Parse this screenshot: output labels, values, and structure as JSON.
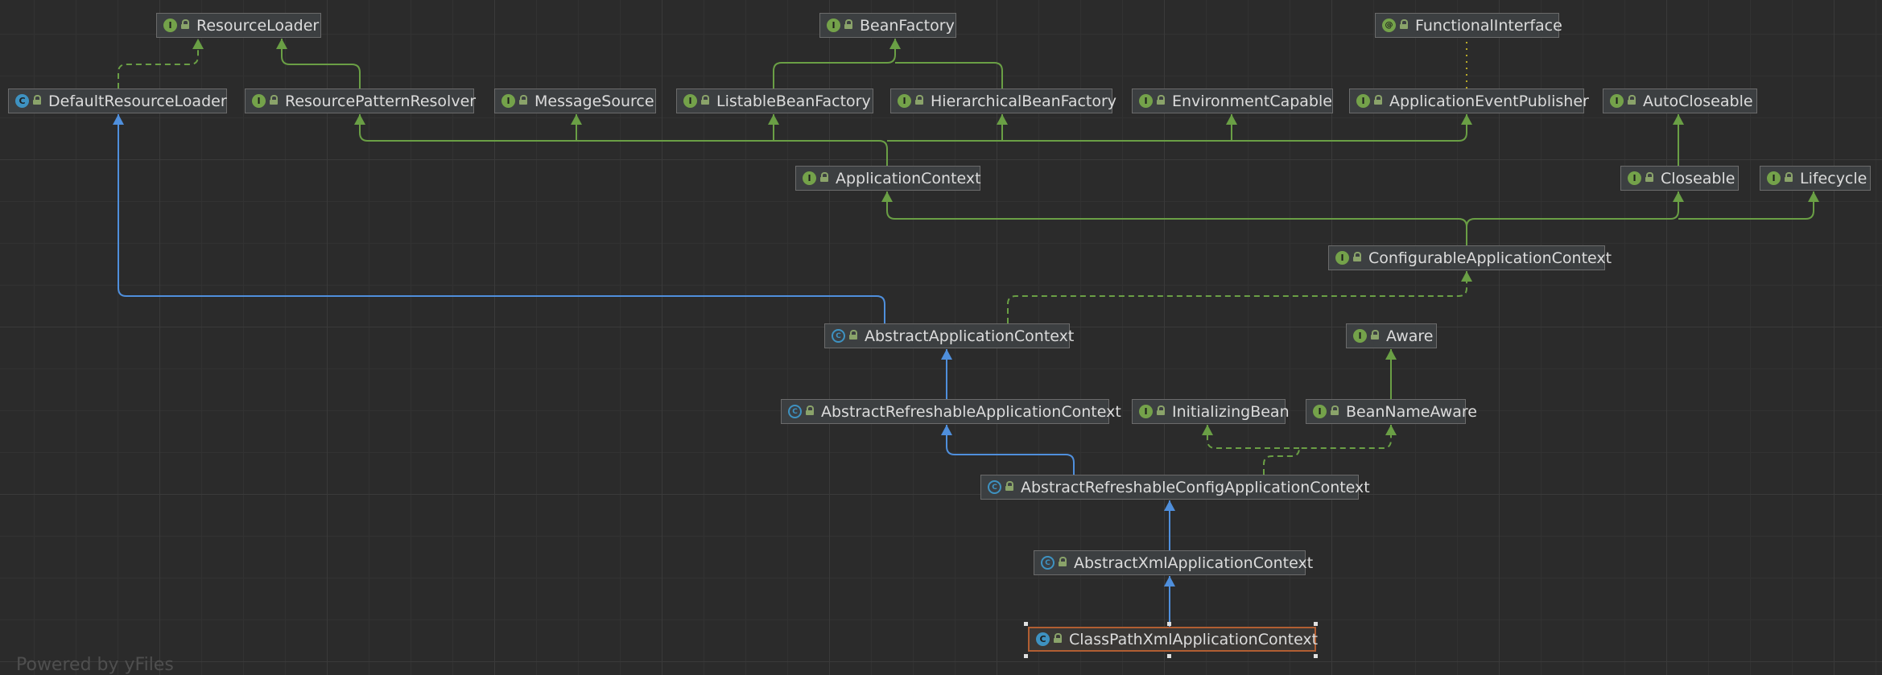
{
  "colors": {
    "interface_edge": "#6a9f45",
    "class_edge": "#4f8fdc",
    "background": "#2b2b2b",
    "node_bg": "#3c3f41",
    "selected_border": "#b15e32"
  },
  "nodes": {
    "resource_loader": {
      "label": "ResourceLoader",
      "kind": "interface"
    },
    "bean_factory": {
      "label": "BeanFactory",
      "kind": "interface"
    },
    "functional_interface": {
      "label": "FunctionalInterface",
      "kind": "annotation"
    },
    "default_resource_loader": {
      "label": "DefaultResourceLoader",
      "kind": "class"
    },
    "resource_pattern_resolver": {
      "label": "ResourcePatternResolver",
      "kind": "interface"
    },
    "message_source": {
      "label": "MessageSource",
      "kind": "interface"
    },
    "listable_bean_factory": {
      "label": "ListableBeanFactory",
      "kind": "interface"
    },
    "hierarchical_bean_factory": {
      "label": "HierarchicalBeanFactory",
      "kind": "interface"
    },
    "environment_capable": {
      "label": "EnvironmentCapable",
      "kind": "interface"
    },
    "application_event_publisher": {
      "label": "ApplicationEventPublisher",
      "kind": "interface"
    },
    "auto_closeable": {
      "label": "AutoCloseable",
      "kind": "interface"
    },
    "application_context": {
      "label": "ApplicationContext",
      "kind": "interface"
    },
    "closeable": {
      "label": "Closeable",
      "kind": "interface"
    },
    "lifecycle": {
      "label": "Lifecycle",
      "kind": "interface"
    },
    "configurable_application_context": {
      "label": "ConfigurableApplicationContext",
      "kind": "interface"
    },
    "abstract_application_context": {
      "label": "AbstractApplicationContext",
      "kind": "abstract"
    },
    "aware": {
      "label": "Aware",
      "kind": "interface"
    },
    "abstract_refreshable_application_context": {
      "label": "AbstractRefreshableApplicationContext",
      "kind": "abstract"
    },
    "initializing_bean": {
      "label": "InitializingBean",
      "kind": "interface"
    },
    "bean_name_aware": {
      "label": "BeanNameAware",
      "kind": "interface"
    },
    "abstract_refreshable_config_application_context": {
      "label": "AbstractRefreshableConfigApplicationContext",
      "kind": "abstract"
    },
    "abstract_xml_application_context": {
      "label": "AbstractXmlApplicationContext",
      "kind": "abstract"
    },
    "class_path_xml_application_context": {
      "label": "ClassPathXmlApplicationContext",
      "kind": "class"
    }
  },
  "edges": [
    {
      "from": "default_resource_loader",
      "to": "resource_loader",
      "style": "implements"
    },
    {
      "from": "resource_pattern_resolver",
      "to": "resource_loader",
      "style": "extends-interface"
    },
    {
      "from": "listable_bean_factory",
      "to": "bean_factory",
      "style": "extends-interface"
    },
    {
      "from": "hierarchical_bean_factory",
      "to": "bean_factory",
      "style": "extends-interface"
    },
    {
      "from": "application_event_publisher",
      "to": "functional_interface",
      "style": "annotated"
    },
    {
      "from": "application_context",
      "to": "resource_pattern_resolver",
      "style": "extends-interface"
    },
    {
      "from": "application_context",
      "to": "message_source",
      "style": "extends-interface"
    },
    {
      "from": "application_context",
      "to": "listable_bean_factory",
      "style": "extends-interface"
    },
    {
      "from": "application_context",
      "to": "hierarchical_bean_factory",
      "style": "extends-interface"
    },
    {
      "from": "application_context",
      "to": "environment_capable",
      "style": "extends-interface"
    },
    {
      "from": "application_context",
      "to": "application_event_publisher",
      "style": "extends-interface"
    },
    {
      "from": "closeable",
      "to": "auto_closeable",
      "style": "extends-interface"
    },
    {
      "from": "configurable_application_context",
      "to": "application_context",
      "style": "extends-interface"
    },
    {
      "from": "configurable_application_context",
      "to": "closeable",
      "style": "extends-interface"
    },
    {
      "from": "configurable_application_context",
      "to": "lifecycle",
      "style": "extends-interface"
    },
    {
      "from": "abstract_application_context",
      "to": "default_resource_loader",
      "style": "extends-class"
    },
    {
      "from": "abstract_application_context",
      "to": "configurable_application_context",
      "style": "implements"
    },
    {
      "from": "bean_name_aware",
      "to": "aware",
      "style": "extends-interface"
    },
    {
      "from": "abstract_refreshable_application_context",
      "to": "abstract_application_context",
      "style": "extends-class"
    },
    {
      "from": "abstract_refreshable_config_application_context",
      "to": "abstract_refreshable_application_context",
      "style": "extends-class"
    },
    {
      "from": "abstract_refreshable_config_application_context",
      "to": "initializing_bean",
      "style": "implements"
    },
    {
      "from": "abstract_refreshable_config_application_context",
      "to": "bean_name_aware",
      "style": "implements"
    },
    {
      "from": "abstract_xml_application_context",
      "to": "abstract_refreshable_config_application_context",
      "style": "extends-class"
    },
    {
      "from": "class_path_xml_application_context",
      "to": "abstract_xml_application_context",
      "style": "extends-class"
    }
  ],
  "watermark": "Powered by yFiles"
}
